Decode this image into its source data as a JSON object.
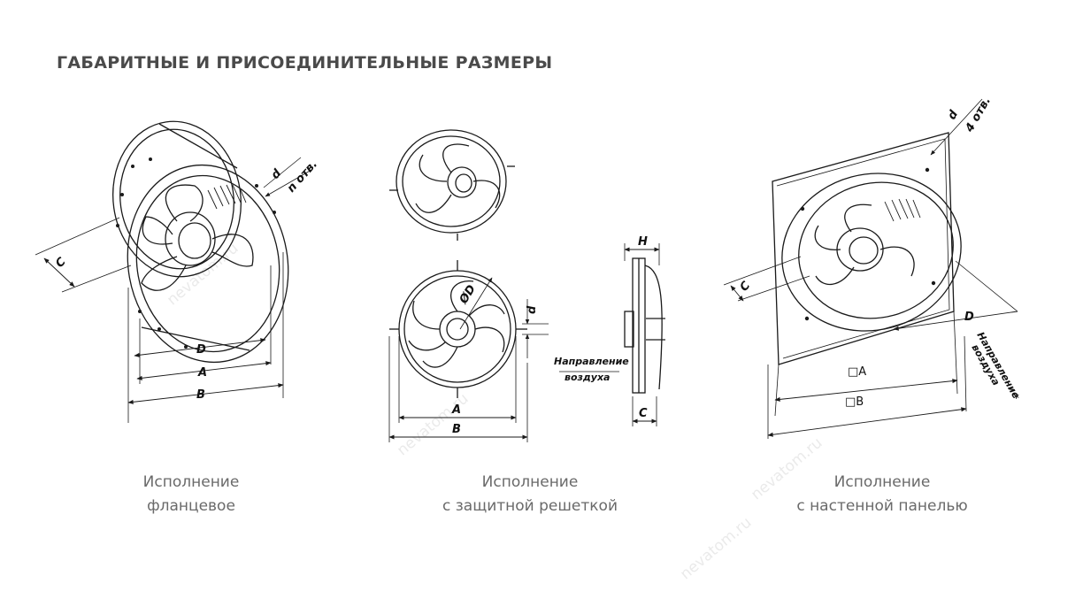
{
  "heading": "ГАБАРИТНЫЕ И ПРИСОЕДИНИТЕЛЬНЫЕ РАЗМЕРЫ",
  "watermark": "nevatom.ru",
  "variants": [
    {
      "caption_line1": "Исполнение",
      "caption_line2": "фланцевое",
      "labels": {
        "c": "C",
        "d": "D",
        "a": "A",
        "b": "B",
        "hole_d": "d",
        "holes": "n отв."
      }
    },
    {
      "caption_line1": "Исполнение",
      "caption_line2": "с защитной решеткой",
      "labels": {
        "diameter": "ØD",
        "hole_d": "d",
        "a": "A",
        "b": "B",
        "h": "H",
        "c": "C",
        "airflow_line1": "Направление",
        "airflow_line2": "воздуха"
      }
    },
    {
      "caption_line1": "Исполнение",
      "caption_line2": "с настенной панелью",
      "labels": {
        "c": "C",
        "d": "D",
        "a": "□A",
        "b": "□B",
        "hole_d": "d",
        "holes": "4 отв.",
        "airflow_line1": "Направление",
        "airflow_line2": "воздуха",
        "note": "*"
      }
    }
  ],
  "colors": {
    "line": "#1a1a1a",
    "heading": "#4a4a4a",
    "caption": "#6a6a6a",
    "watermark": "#c4c4c4"
  }
}
